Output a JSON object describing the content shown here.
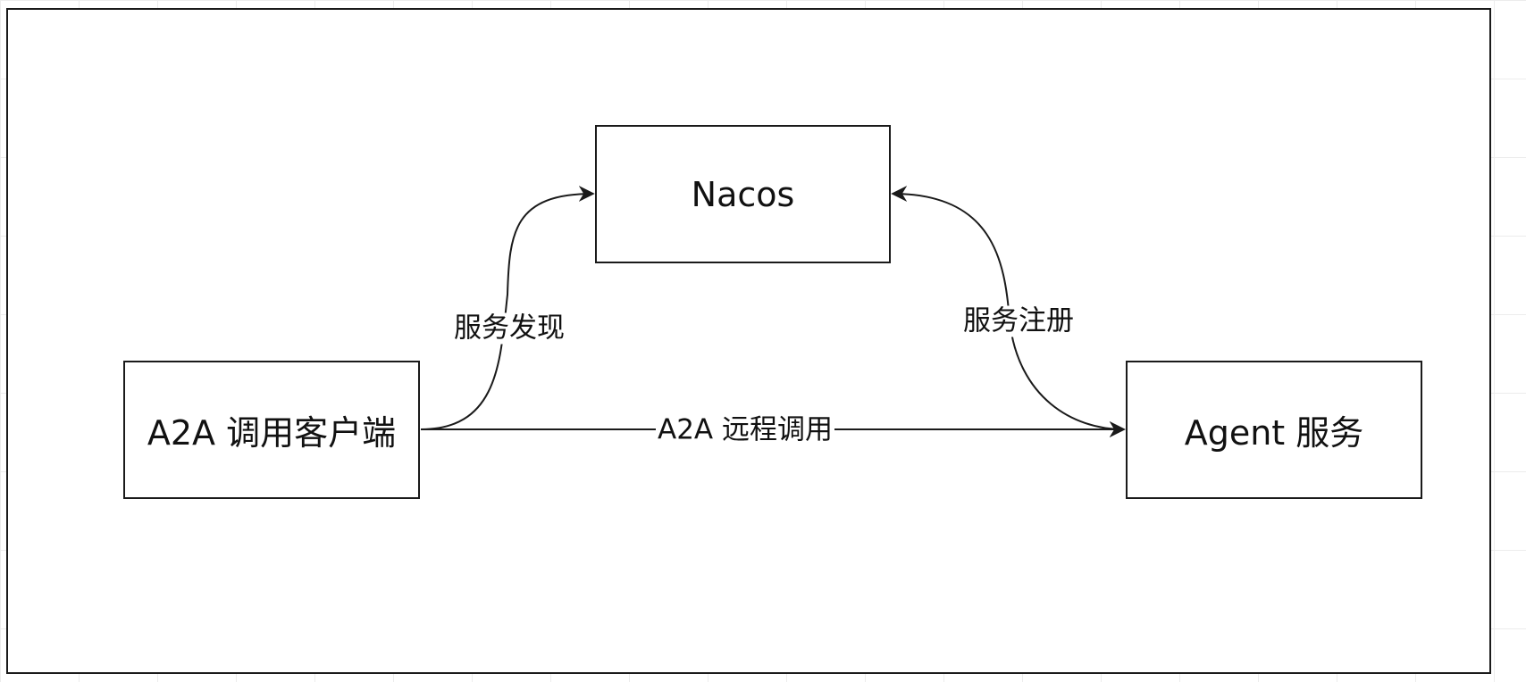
{
  "nodes": {
    "nacos": "Nacos",
    "client": "A2A 调用客户端",
    "agent": "Agent 服务"
  },
  "edges": {
    "discovery": "服务发现",
    "register": "服务注册",
    "remote_call": "A2A 远程调用"
  },
  "colors": {
    "stroke": "#1a1a1a",
    "grid": "#ececec",
    "background": "#ffffff"
  }
}
